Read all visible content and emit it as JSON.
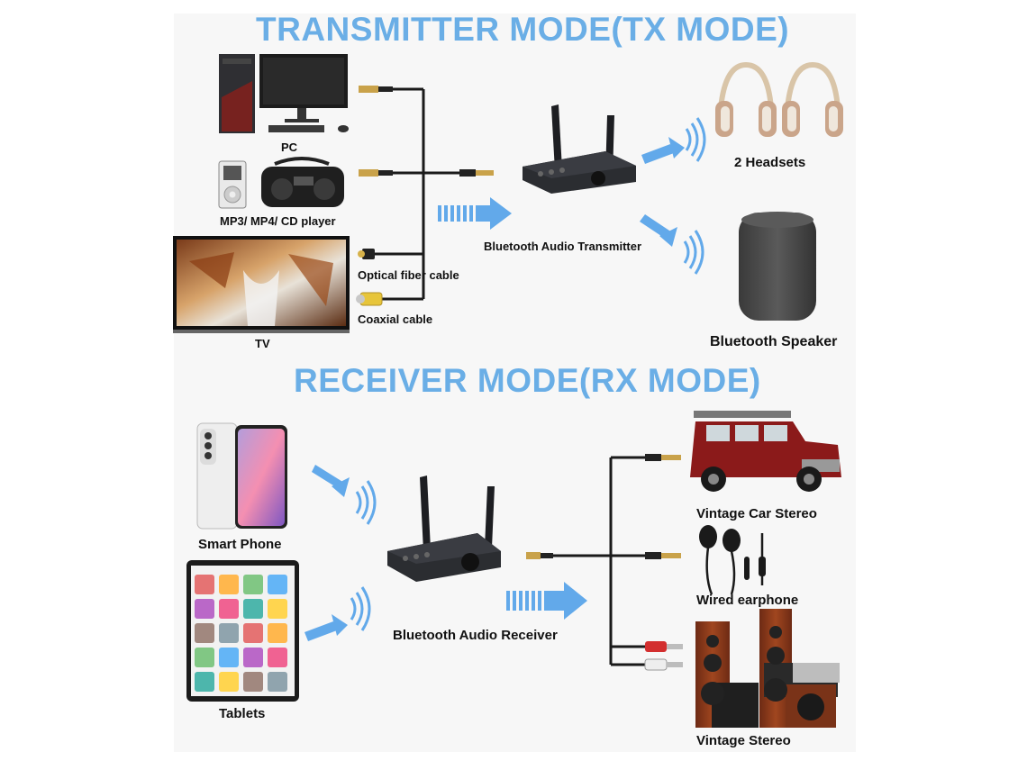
{
  "tx": {
    "title": "TRANSMITTER MODE(TX MODE)",
    "sources": {
      "pc": "PC",
      "mp3": "MP3/ MP4/ CD player",
      "tv": "TV"
    },
    "cables": {
      "optical": "Optical fiber cable",
      "coaxial": "Coaxial cable"
    },
    "device": "Bluetooth Audio Transmitter",
    "outputs": {
      "headsets": "2 Headsets",
      "speaker": "Bluetooth Speaker"
    }
  },
  "rx": {
    "title": "RECEIVER MODE(RX MODE)",
    "sources": {
      "phone": "Smart Phone",
      "tablet": "Tablets"
    },
    "device": "Bluetooth Audio Receiver",
    "outputs": {
      "car": "Vintage Car Stereo",
      "earphone": "Wired earphone",
      "stereo": "Vintage Stereo"
    }
  },
  "colors": {
    "title": "#6aaee6",
    "arrow": "#62a9ea",
    "cable": "#1a1a1a",
    "device": "#2b2d31"
  },
  "icons": [
    "pc-icon",
    "mp3-player-icon",
    "cd-player-icon",
    "tv-icon",
    "bluetooth-transmitter-icon",
    "headset-icon",
    "bluetooth-speaker-icon",
    "smartphone-icon",
    "tablet-icon",
    "bluetooth-receiver-icon",
    "car-icon",
    "earphone-icon",
    "stereo-speakers-icon",
    "signal-wave-icon",
    "arrow-icon"
  ]
}
